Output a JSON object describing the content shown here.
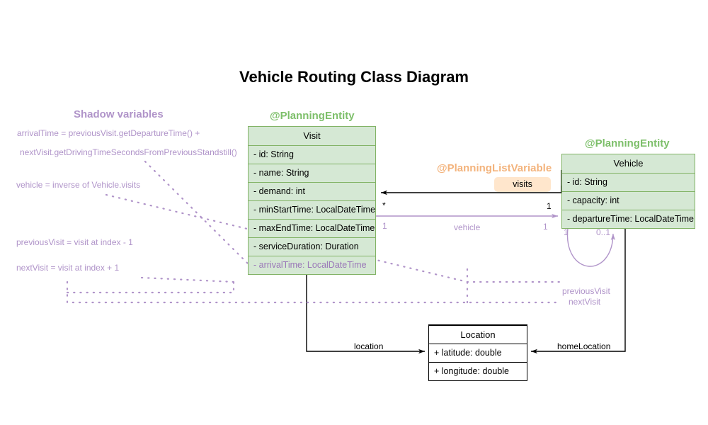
{
  "title": "Vehicle Routing Class Diagram",
  "colors": {
    "entity_fill": "#d5e8d4",
    "entity_stroke": "#82b366",
    "annotation_green": "#7dbf6a",
    "shadow_purple": "#b094c9",
    "list_variable_orange": "#f3b37c",
    "badge_fill": "#ffe6cc",
    "plain_stroke": "#000000"
  },
  "headings": {
    "shadow_variables": "Shadow variables",
    "planning_entity_visit": "@PlanningEntity",
    "planning_entity_vehicle": "@PlanningEntity",
    "planning_list_variable": "@PlanningListVariable"
  },
  "classes": {
    "visit": {
      "name": "Visit",
      "attributes": [
        {
          "text": "- id: String",
          "shadow": false
        },
        {
          "text": "- name: String",
          "shadow": false
        },
        {
          "text": "- demand: int",
          "shadow": false
        },
        {
          "text": "- minStartTime: LocalDateTime",
          "shadow": false
        },
        {
          "text": "- maxEndTime: LocalDateTime",
          "shadow": false
        },
        {
          "text": "- serviceDuration: Duration",
          "shadow": false
        },
        {
          "text": "- arrivalTime: LocalDateTime",
          "shadow": true
        }
      ]
    },
    "vehicle": {
      "name": "Vehicle",
      "attributes": [
        {
          "text": "- id: String",
          "shadow": false
        },
        {
          "text": "- capacity: int",
          "shadow": false
        },
        {
          "text": "- departureTime: LocalDateTime",
          "shadow": false
        }
      ]
    },
    "location": {
      "name": "Location",
      "attributes": [
        {
          "text": "+ latitude: double",
          "shadow": false
        },
        {
          "text": "+ longitude: double",
          "shadow": false
        }
      ]
    }
  },
  "badges": {
    "visits": "visits"
  },
  "shadow_notes": [
    "arrivalTime = previousVisit.getDepartureTime() +",
    "nextVisit.getDrivingTimeSecondsFromPreviousStandstill()",
    "vehicle = inverse of Vehicle.visits",
    "previousVisit = visit at index - 1",
    "nextVisit = visit at index + 1"
  ],
  "edge_labels": {
    "visits_source_mult": "*",
    "visits_target_mult": "1",
    "vehicle_role": "vehicle",
    "vehicle_source_mult": "1",
    "vehicle_target_mult": "1",
    "self_loop_left_mult": "1",
    "self_loop_right_mult": "0..1",
    "previous_visit": "previousVisit",
    "next_visit": "nextVisit",
    "location_role": "location",
    "home_location_role": "homeLocation"
  }
}
